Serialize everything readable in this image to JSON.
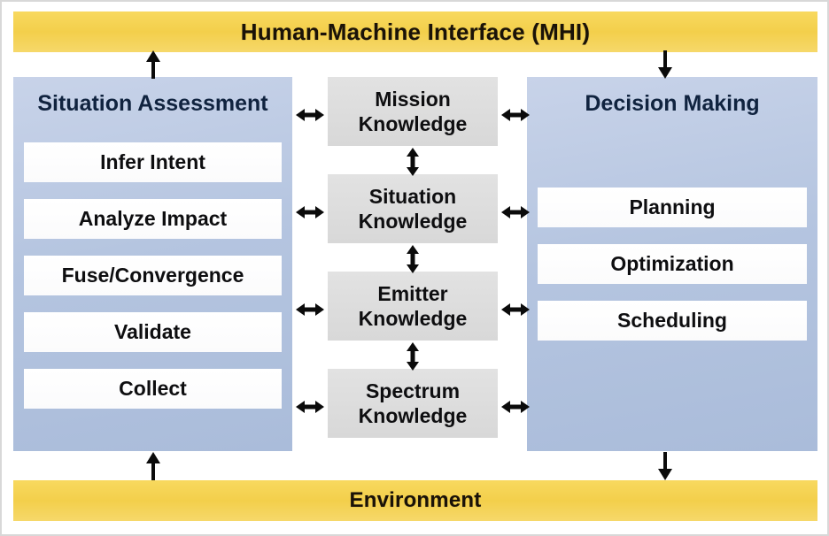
{
  "diagram": {
    "title_top": "Human-Machine Interface (MHI)",
    "title_bottom": "Environment"
  },
  "left_panel": {
    "title": "Situation Assessment",
    "items": [
      {
        "label": "Infer Intent"
      },
      {
        "label": "Analyze Impact"
      },
      {
        "label": "Fuse/Convergence"
      },
      {
        "label": "Validate"
      },
      {
        "label": "Collect"
      }
    ]
  },
  "center_column": {
    "boxes": [
      {
        "line1": "Mission",
        "line2": "Knowledge"
      },
      {
        "line1": "Situation",
        "line2": "Knowledge"
      },
      {
        "line1": "Emitter",
        "line2": "Knowledge"
      },
      {
        "line1": "Spectrum",
        "line2": "Knowledge"
      }
    ]
  },
  "right_panel": {
    "title": "Decision Making",
    "items": [
      {
        "label": "Planning"
      },
      {
        "label": "Optimization"
      },
      {
        "label": "Scheduling"
      }
    ]
  },
  "connectors": {
    "left_to_center": [
      {
        "name": "mission-knowledge"
      },
      {
        "name": "situation-knowledge"
      },
      {
        "name": "emitter-knowledge"
      },
      {
        "name": "spectrum-knowledge"
      }
    ],
    "center_to_right": [
      {
        "name": "mission-knowledge"
      },
      {
        "name": "situation-knowledge"
      },
      {
        "name": "emitter-knowledge"
      },
      {
        "name": "spectrum-knowledge"
      }
    ],
    "center_vertical": [
      {
        "name": "mission-to-situation"
      },
      {
        "name": "situation-to-emitter"
      },
      {
        "name": "emitter-to-spectrum"
      }
    ],
    "situation-assessment-to-hmi": "up",
    "hmi-to-decision-making": "down",
    "environment-to-situation-assessment": "up",
    "decision-making-to-environment": "down"
  },
  "colors": {
    "banner": "#f3cf4b",
    "panel": "#b5c5e0",
    "knowledge_box": "#dcdcdc",
    "item_box": "#ffffff",
    "text": "#0e0e10",
    "frame": "#d8d8d8"
  }
}
